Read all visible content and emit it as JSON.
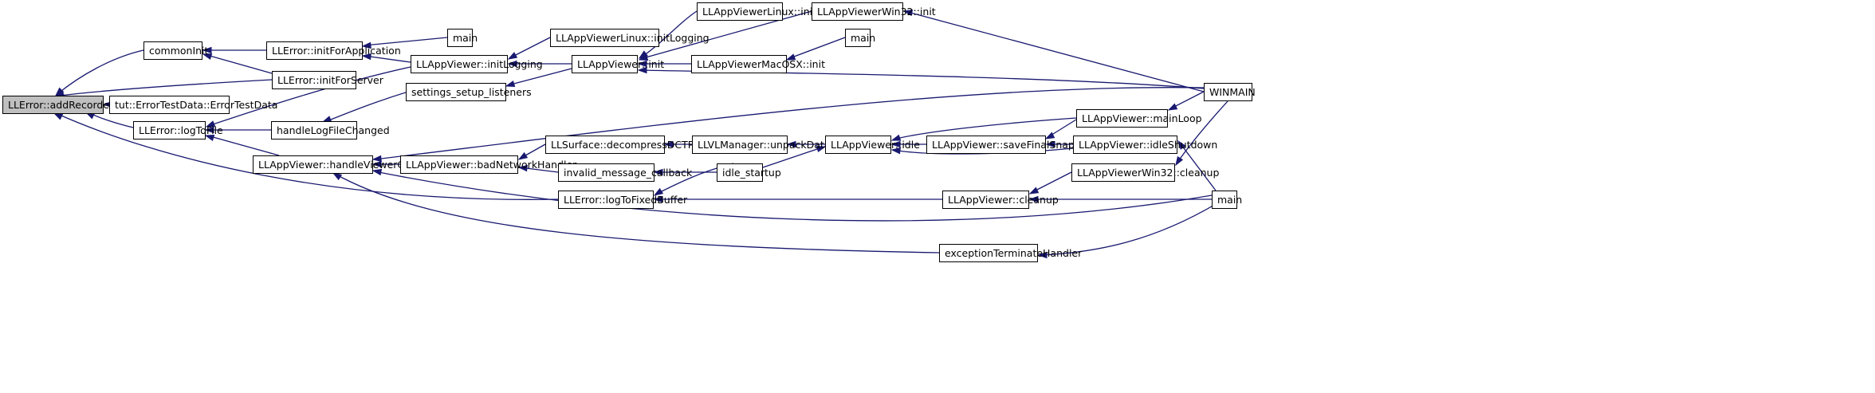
{
  "nodes": {
    "add_recorder": "LLError::addRecorder",
    "common_init": "commonInit",
    "log_to_file": "LLError::logToFile",
    "error_test_data": "tut::ErrorTestData::ErrorTestData",
    "init_for_application": "LLError::initForApplication",
    "init_for_server": "LLError::initForServer",
    "handle_log_file_changed": "handleLogFileChanged",
    "handle_viewer_crash": "LLAppViewer::handleViewerCrash",
    "main_1": "main",
    "init_logging": "LLAppViewer::initLogging",
    "settings_setup_listeners": "settings_setup_listeners",
    "linux_init_logging": "LLAppViewerLinux::initLogging",
    "app_viewer_init": "LLAppViewer::init",
    "linux_init": "LLAppViewerLinux::init",
    "win32_init": "LLAppViewerWin32::init",
    "macosx_init": "LLAppViewerMacOSX::init",
    "main_2": "main",
    "winmain": "WINMAIN",
    "bad_network_handler": "LLAppViewer::badNetworkHandler",
    "decompress_dct_patch": "LLSurface::decompressDCTPatch",
    "invalid_message_callback": "invalid_message_callback",
    "log_to_fixed_buffer": "LLError::logToFixedBuffer",
    "unpack_data": "LLVLManager::unpackData",
    "idle_startup": "idle_startup",
    "app_viewer_idle": "LLAppViewer::idle",
    "save_final_snapshot": "LLAppViewer::saveFinalSnapshot",
    "main_loop": "LLAppViewer::mainLoop",
    "idle_shutdown": "LLAppViewer::idleShutdown",
    "win32_cleanup": "LLAppViewerWin32::cleanup",
    "app_viewer_cleanup": "LLAppViewer::cleanup",
    "main_3": "main",
    "exception_terminate_handler": "exceptionTerminateHandler"
  },
  "colors": {
    "edge": "#191970",
    "root_fill": "#bfbfbf",
    "node_fill": "#ffffff",
    "node_border": "#000000"
  }
}
